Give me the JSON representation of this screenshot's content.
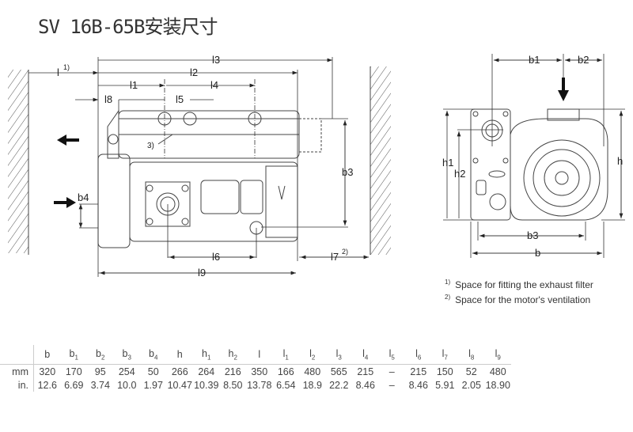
{
  "title": "SV 16B-65B安装尺寸",
  "diagram": {
    "side_view_labels": {
      "l": "l",
      "l_note": "1)",
      "l1": "l1",
      "l2": "l2",
      "l3": "l3",
      "l4": "l4",
      "l5": "l5",
      "l6": "l6",
      "l7": "l7",
      "l7_note": "2)",
      "l8": "l8",
      "l9": "l9",
      "b3": "b3",
      "b4": "b4",
      "callout_3": "3)"
    },
    "end_view_labels": {
      "b": "b",
      "b1": "b1",
      "b2": "b2",
      "b3": "b3",
      "h": "h",
      "h1": "h1",
      "h2": "h2"
    }
  },
  "footnotes": [
    {
      "mark": "1)",
      "text": "Space for fitting the exhaust filter"
    },
    {
      "mark": "2)",
      "text": "Space for the motor's ventilation"
    }
  ],
  "table": {
    "columns": [
      {
        "base": "b",
        "sub": ""
      },
      {
        "base": "b",
        "sub": "1"
      },
      {
        "base": "b",
        "sub": "2"
      },
      {
        "base": "b",
        "sub": "3"
      },
      {
        "base": "b",
        "sub": "4"
      },
      {
        "base": "h",
        "sub": ""
      },
      {
        "base": "h",
        "sub": "1"
      },
      {
        "base": "h",
        "sub": "2"
      },
      {
        "base": "l",
        "sub": ""
      },
      {
        "base": "l",
        "sub": "1"
      },
      {
        "base": "l",
        "sub": "2"
      },
      {
        "base": "l",
        "sub": "3"
      },
      {
        "base": "l",
        "sub": "4"
      },
      {
        "base": "l",
        "sub": "5"
      },
      {
        "base": "l",
        "sub": "6"
      },
      {
        "base": "l",
        "sub": "7"
      },
      {
        "base": "l",
        "sub": "8"
      },
      {
        "base": "l",
        "sub": "9"
      }
    ],
    "rows": [
      {
        "unit": "mm",
        "values": [
          "320",
          "170",
          "95",
          "254",
          "50",
          "266",
          "264",
          "216",
          "350",
          "166",
          "480",
          "565",
          "215",
          "–",
          "215",
          "150",
          "52",
          "480"
        ]
      },
      {
        "unit": "in.",
        "values": [
          "12.6",
          "6.69",
          "3.74",
          "10.0",
          "1.97",
          "10.47",
          "10.39",
          "8.50",
          "13.78",
          "6.54",
          "18.9",
          "22.2",
          "8.46",
          "–",
          "8.46",
          "5.91",
          "2.05",
          "18.90"
        ]
      }
    ]
  }
}
